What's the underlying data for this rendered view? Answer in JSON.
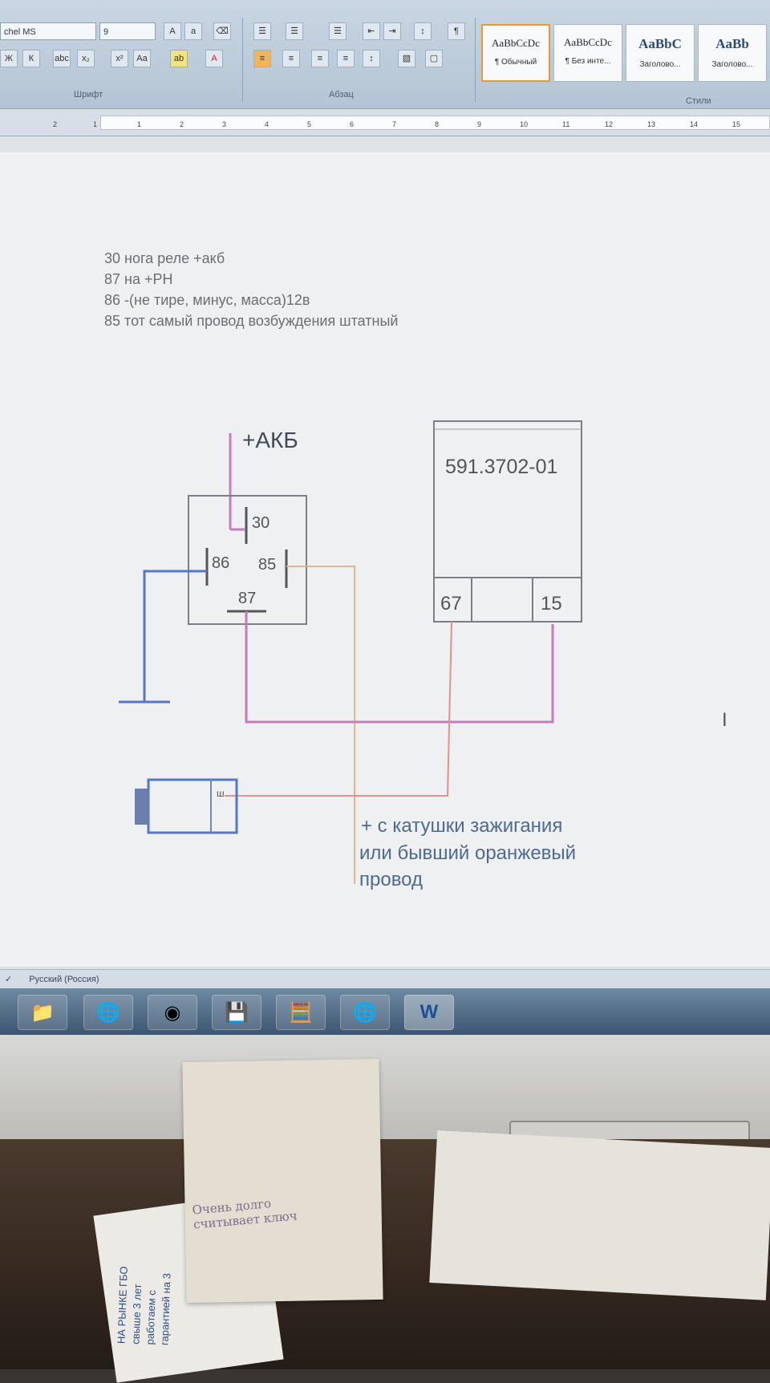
{
  "ribbon": {
    "font_name": "chel MS",
    "font_size": "9",
    "groups": {
      "font": "Шрифт",
      "paragraph": "Абзац",
      "styles": "Стили"
    },
    "styles": [
      {
        "sample": "AaBbCcDc",
        "name": "¶ Обычный"
      },
      {
        "sample": "AaBbCcDc",
        "name": "¶ Без инте..."
      },
      {
        "sample": "AaBbC",
        "name": "Заголово..."
      },
      {
        "sample": "AaBb",
        "name": "Заголово..."
      }
    ]
  },
  "ruler": {
    "ticks": [
      "2",
      "1",
      "1",
      "2",
      "3",
      "4",
      "5",
      "6",
      "7",
      "8",
      "9",
      "10",
      "11",
      "12",
      "13",
      "14",
      "15"
    ]
  },
  "document": {
    "lines": [
      "30 нога реле +акб",
      "87 на +РН",
      "86 -(не тире, минус, масса)12в",
      "85 тот самый провод возбуждения штатный"
    ],
    "diagram": {
      "akb_label": "+АКБ",
      "relay_pins": {
        "p30": "30",
        "p86": "86",
        "p85": "85",
        "p87": "87"
      },
      "regulator_model": "591.3702-01",
      "regulator_pins": {
        "left": "67",
        "right": "15"
      },
      "generator_terminal": "ш",
      "note_lines": [
        "+ с катушки зажигания",
        "или бывший оранжевый",
        "провод"
      ],
      "colors": {
        "magenta": "#c77bb8",
        "blue": "#5577c9",
        "orange": "#e8b48a",
        "red": "#e3928a",
        "box": "#7a7f85"
      }
    }
  },
  "statusbar": {
    "language": "Русский (Россия)"
  },
  "taskbar": {
    "buttons": [
      {
        "name": "explorer-icon",
        "glyph": "📁"
      },
      {
        "name": "browser-icon",
        "glyph": "🌐"
      },
      {
        "name": "chrome-icon",
        "glyph": "◉"
      },
      {
        "name": "save-icon",
        "glyph": "💾"
      },
      {
        "name": "calculator-icon",
        "glyph": "🧮"
      },
      {
        "name": "browser2-icon",
        "glyph": "🌐"
      },
      {
        "name": "word-icon",
        "glyph": "W"
      }
    ]
  },
  "desk": {
    "sticky_note": "Очень долго\nсчитывает ключ",
    "flyer": "НА РЫНКЕ ГБО\nсвыше 3 лет\nработаем с\nгарантией на 3"
  }
}
